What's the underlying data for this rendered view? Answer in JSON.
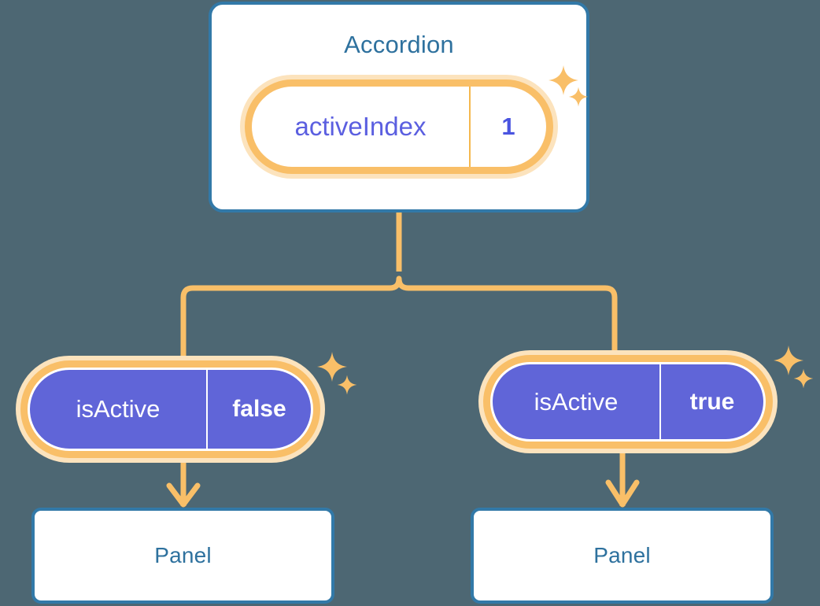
{
  "diagram": {
    "type": "component-state-tree",
    "background_color": "#4d6773",
    "accent_orange": "#f9bf68",
    "accent_peach": "#fce3bd",
    "accent_purple": "#6065d8",
    "accent_blue": "#3279a8",
    "nodes": {
      "accordion": {
        "title": "Accordion",
        "state": {
          "key": "activeIndex",
          "value": "1"
        }
      },
      "panel_left": {
        "title": "Panel",
        "state": {
          "key": "isActive",
          "value": "false"
        }
      },
      "panel_right": {
        "title": "Panel",
        "state": {
          "key": "isActive",
          "value": "true"
        }
      }
    },
    "icons": {
      "sparkle": "sparkle-icon",
      "arrow_down": "arrow-down-icon",
      "fork_connector": "fork-connector"
    }
  }
}
